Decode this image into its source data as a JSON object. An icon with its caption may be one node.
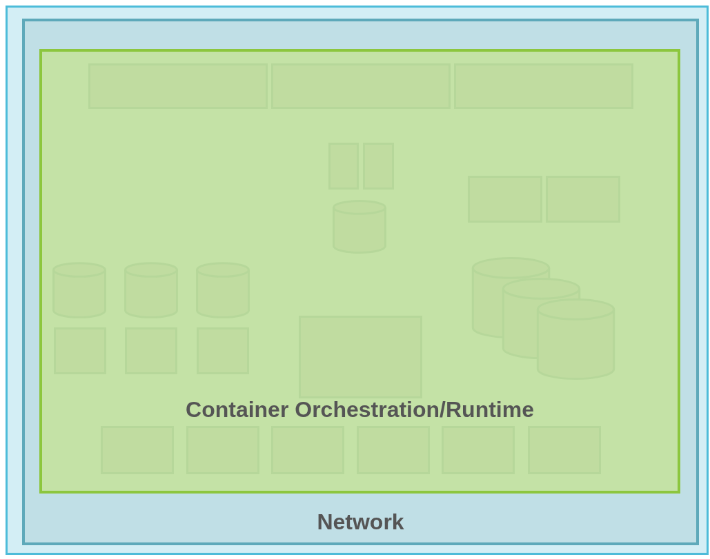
{
  "diagram": {
    "nodes": [
      {
        "text": [],
        "shape": "box"
      },
      {
        "text": [
          "Network"
        ],
        "in": 0
      },
      {
        "text": [
          "Container Orchestration/Runtime"
        ],
        "in": 1
      },
      {
        "text": [],
        "shape": "box",
        "in": 2
      },
      {
        "text": [],
        "shape": "box",
        "in": 2
      },
      {
        "text": [],
        "shape": "box",
        "in": 2
      },
      {
        "text": [],
        "shape": "box",
        "in": 2
      },
      {
        "text": [],
        "shape": "box",
        "in": 2
      },
      {
        "text": [],
        "shape": "cylinder",
        "in": 2
      },
      {
        "text": [],
        "shape": "box",
        "in": 2
      },
      {
        "text": [],
        "shape": "box",
        "in": 2
      },
      {
        "text": [],
        "shape": "cylinder",
        "in": 2
      },
      {
        "text": [],
        "shape": "cylinder",
        "in": 2
      },
      {
        "text": [],
        "shape": "cylinder",
        "in": 2
      },
      {
        "text": [],
        "shape": "box",
        "in": 2
      },
      {
        "text": [],
        "shape": "box",
        "in": 2
      },
      {
        "text": [],
        "shape": "box",
        "in": 2
      },
      {
        "text": [],
        "shape": "box",
        "in": 2
      },
      {
        "text": [],
        "shape": "cylinder",
        "in": 2
      },
      {
        "text": [],
        "shape": "cylinder",
        "in": 2
      },
      {
        "text": [],
        "shape": "cylinder",
        "in": 2
      },
      {
        "text": [],
        "shape": "box",
        "in": 2
      },
      {
        "text": [],
        "shape": "box",
        "in": 2
      },
      {
        "text": [],
        "shape": "box",
        "in": 2
      },
      {
        "text": [],
        "shape": "box",
        "in": 2
      },
      {
        "text": [],
        "shape": "box",
        "in": 2
      },
      {
        "text": [],
        "shape": "box",
        "in": 2
      }
    ]
  }
}
